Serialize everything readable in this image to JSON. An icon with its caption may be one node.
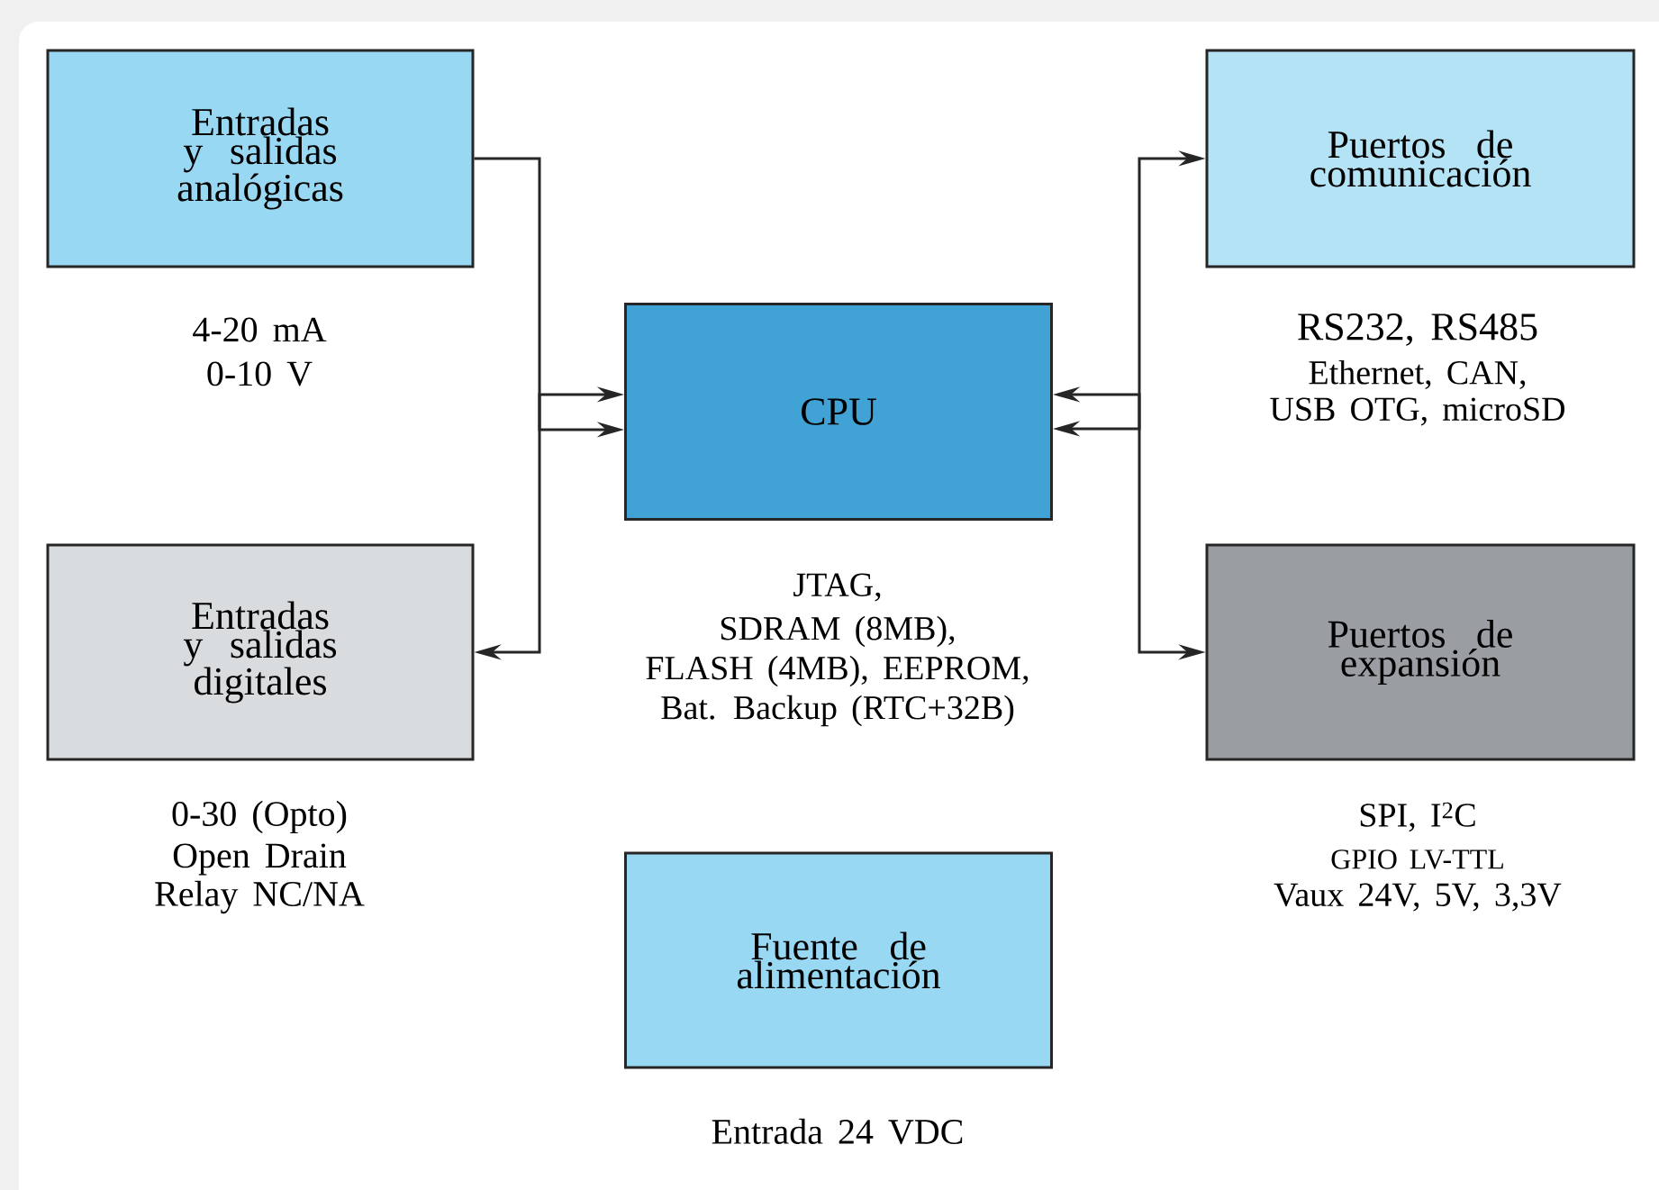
{
  "diagram": {
    "nodes": [
      {
        "text": [
          "Entradas y salidas analógicas"
        ],
        "beside": [
          "4-20 mA",
          "0-10 V"
        ]
      },
      {
        "text": [
          "Entradas y salidas digitales"
        ],
        "beside": [
          "0-30 (Opto)",
          "Open Drain",
          "Relay NC/NA"
        ]
      },
      {
        "text": [
          "CPU"
        ],
        "beside": [
          "JTAG,",
          "SDRAM (8MB),",
          "FLASH (4MB), EEPROM,",
          "Bat. Backup (RTC+32B)"
        ]
      },
      {
        "text": [
          "Puertos de comunicación"
        ],
        "beside": [
          "RS232, RS485",
          "Ethernet, CAN,",
          "USB OTG, microSD"
        ]
      },
      {
        "text": [
          "Puertos de expansión"
        ],
        "beside": [
          "SPI, I$^{2}$C",
          "GPIO LV-TTL",
          "Vaux 24V, 5V, 3,3V"
        ]
      },
      {
        "text": [
          "Fuente de alimentación"
        ],
        "beside": [
          "Entrada 24 VDC"
        ]
      }
    ],
    "edges": [
      {
        "from": 0,
        "to": 2,
        "arrow": "to"
      },
      {
        "from": 2,
        "to": 1,
        "arrow": "both"
      },
      {
        "from": 2,
        "to": 3,
        "arrow": "both"
      },
      {
        "from": 2,
        "to": 4,
        "arrow": "both"
      }
    ]
  }
}
